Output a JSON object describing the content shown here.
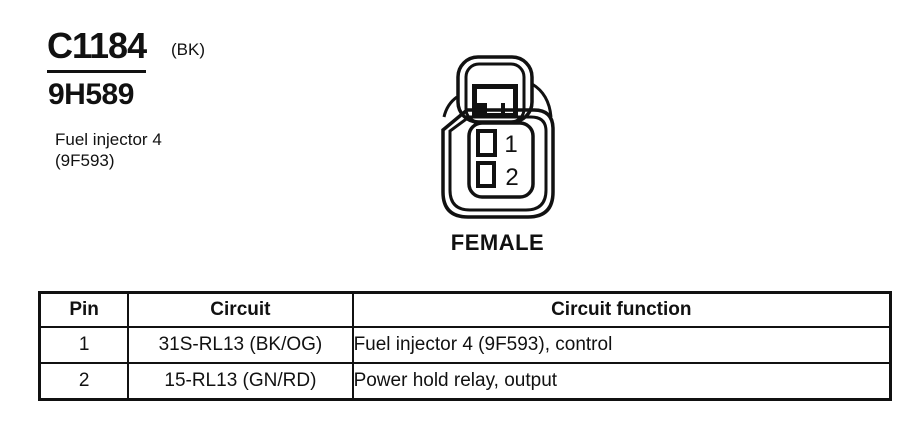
{
  "page": {
    "connector_id": "C1184",
    "connector_color": "(BK)",
    "part_number": "9H589",
    "description": {
      "line1": "Fuel injector 4",
      "line2": "(9F593)"
    }
  },
  "diagram": {
    "gender": "FEMALE",
    "pins": [
      "1",
      "2"
    ]
  },
  "table": {
    "columns": {
      "pin": "Pin",
      "circuit": "Circuit",
      "function": "Circuit function"
    },
    "rows": [
      {
        "pin": "1",
        "circuit": "31S-RL13 (BK/OG)",
        "function": "Fuel injector 4 (9F593), control"
      },
      {
        "pin": "2",
        "circuit": "15-RL13 (GN/RD)",
        "function": "Power hold relay, output"
      }
    ]
  },
  "colors": {
    "ink": "#111111",
    "paper": "#ffffff"
  }
}
